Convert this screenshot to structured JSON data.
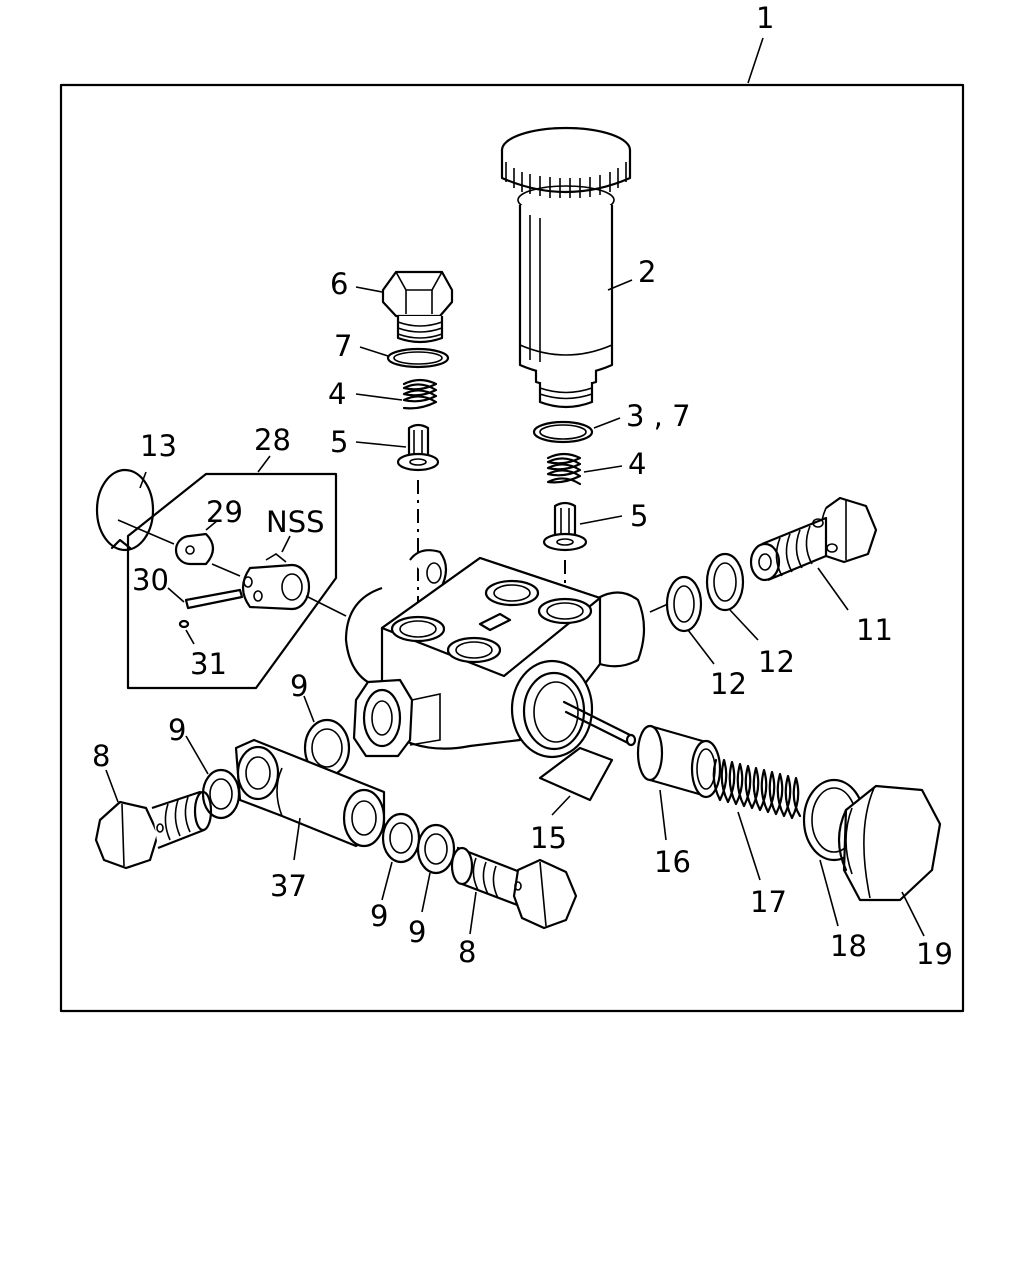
{
  "title": "",
  "callouts": [
    {
      "id": "c1",
      "text": "1"
    },
    {
      "id": "c2",
      "text": "2"
    },
    {
      "id": "c3",
      "text": "3 , 7"
    },
    {
      "id": "c4a",
      "text": "4"
    },
    {
      "id": "c4b",
      "text": "4"
    },
    {
      "id": "c5a",
      "text": "5"
    },
    {
      "id": "c5b",
      "text": "5"
    },
    {
      "id": "c6",
      "text": "6"
    },
    {
      "id": "c7",
      "text": "7"
    },
    {
      "id": "c8a",
      "text": "8"
    },
    {
      "id": "c8b",
      "text": "8"
    },
    {
      "id": "c9a",
      "text": "9"
    },
    {
      "id": "c9b",
      "text": "9"
    },
    {
      "id": "c9c",
      "text": "9"
    },
    {
      "id": "c9d",
      "text": "9"
    },
    {
      "id": "c11",
      "text": "11"
    },
    {
      "id": "c12a",
      "text": "12"
    },
    {
      "id": "c12b",
      "text": "12"
    },
    {
      "id": "c13",
      "text": "13"
    },
    {
      "id": "c15",
      "text": "15"
    },
    {
      "id": "c16",
      "text": "16"
    },
    {
      "id": "c17",
      "text": "17"
    },
    {
      "id": "c18",
      "text": "18"
    },
    {
      "id": "c19",
      "text": "19"
    },
    {
      "id": "c28",
      "text": "28"
    },
    {
      "id": "c29",
      "text": "29"
    },
    {
      "id": "c30",
      "text": "30"
    },
    {
      "id": "c31",
      "text": "31"
    },
    {
      "id": "c37",
      "text": "37"
    },
    {
      "id": "cnss",
      "text": "NSS"
    }
  ]
}
